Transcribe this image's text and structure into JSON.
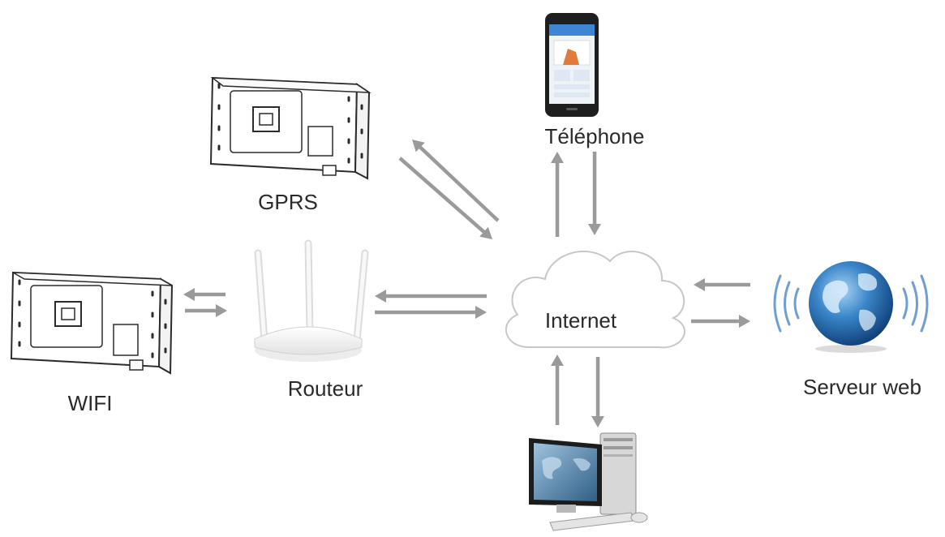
{
  "nodes": {
    "gprs": {
      "label": "GPRS",
      "icon": "inverter-icon"
    },
    "wifi": {
      "label": "WIFI",
      "icon": "inverter-icon"
    },
    "router": {
      "label": "Routeur",
      "icon": "router-icon"
    },
    "internet": {
      "label": "Internet",
      "icon": "cloud-icon"
    },
    "phone": {
      "label": "Téléphone",
      "icon": "smartphone-icon"
    },
    "server": {
      "label": "Serveur web",
      "icon": "globe-icon"
    },
    "computer": {
      "label": "",
      "icon": "desktop-computer-icon"
    }
  },
  "colors": {
    "arrow": "#9a9a9a",
    "device_outline": "#2b2b2b",
    "cloud_outline": "#c7c7c7",
    "globe": "#2a6fb0",
    "wave": "#6f9ed6"
  }
}
